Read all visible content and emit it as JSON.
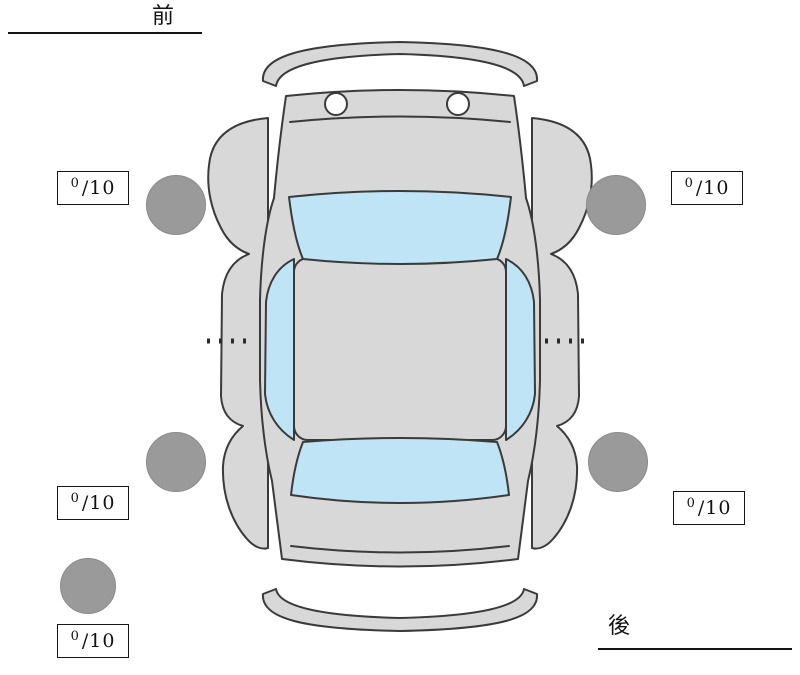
{
  "orientation": {
    "front_label": "前",
    "rear_label": "後"
  },
  "tread_scores": {
    "front_left": {
      "value": "0",
      "max": "/10"
    },
    "front_right": {
      "value": "0",
      "max": "/10"
    },
    "rear_left": {
      "value": "0",
      "max": "/10"
    },
    "rear_right": {
      "value": "0",
      "max": "/10"
    },
    "spare": {
      "value": "0",
      "max": "/10"
    }
  },
  "colors": {
    "body_fill": "#d8d8d8",
    "window_fill": "#bfe4f5",
    "tire_fill": "#9a9a9a",
    "outline": "#3a3a3a"
  }
}
